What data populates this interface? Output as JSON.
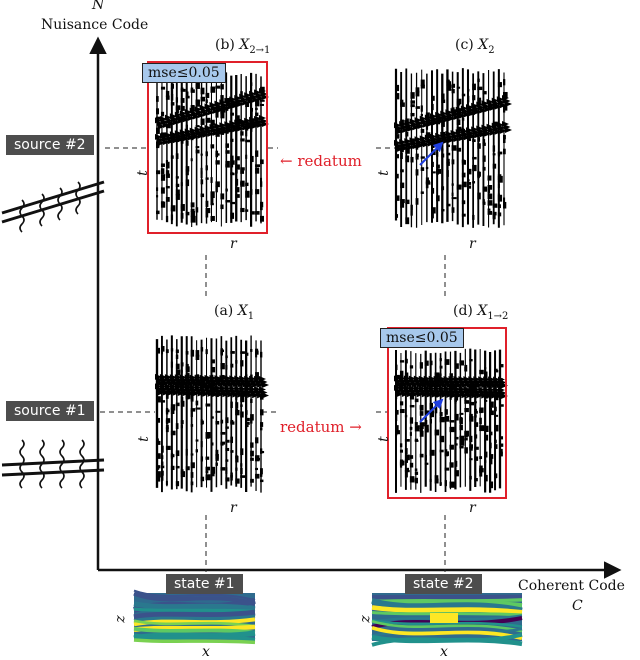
{
  "axes": {
    "y_symbol": "N",
    "y_label": "Nuisance Code",
    "x_label": "Coherent Code",
    "x_symbol": "C"
  },
  "sources": [
    "source #2",
    "source #1"
  ],
  "states": [
    "state #1",
    "state #2"
  ],
  "panels": {
    "a": {
      "label": "(a)",
      "symbol": "X",
      "sub": "1"
    },
    "b": {
      "label": "(b)",
      "symbol": "X",
      "sub": "2→1",
      "mse": "mse≤0.05"
    },
    "c": {
      "label": "(c)",
      "symbol": "X",
      "sub": "2"
    },
    "d": {
      "label": "(d)",
      "symbol": "X",
      "sub": "1→2",
      "mse": "mse≤0.05"
    }
  },
  "arrows": {
    "redatum_left": "← redatum",
    "redatum_right": "redatum →"
  },
  "axis_letters": {
    "time": "t",
    "receiver": "r",
    "depth": "z",
    "distance": "x"
  },
  "colors": {
    "red": "#e0202a",
    "blue": "#1f3fe0",
    "mse_fill": "#a7c8ec",
    "source_box": "#4d4d4d"
  }
}
